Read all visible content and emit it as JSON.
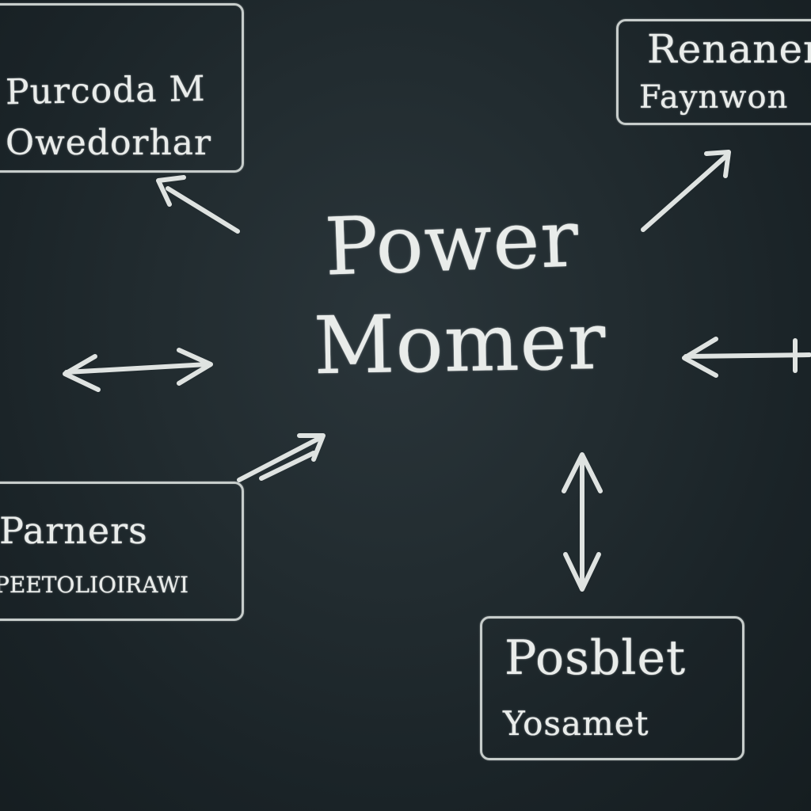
{
  "center": {
    "line1": "Power",
    "line2": "Momer"
  },
  "boxes": {
    "top_left": {
      "line1": "Purcoda M",
      "line2": "Owedorhar"
    },
    "top_right": {
      "line1": "Renaner",
      "line2": "Faynwon"
    },
    "bottom_left": {
      "line1": "Parners",
      "line2": "PEETOLIOIRAWI"
    },
    "bottom_right": {
      "line1": "Posblet",
      "line2": "Yosamet"
    }
  },
  "colors": {
    "board": "#1a2327",
    "chalk": "#e9ecea",
    "box_border": "#c7cdcb"
  }
}
